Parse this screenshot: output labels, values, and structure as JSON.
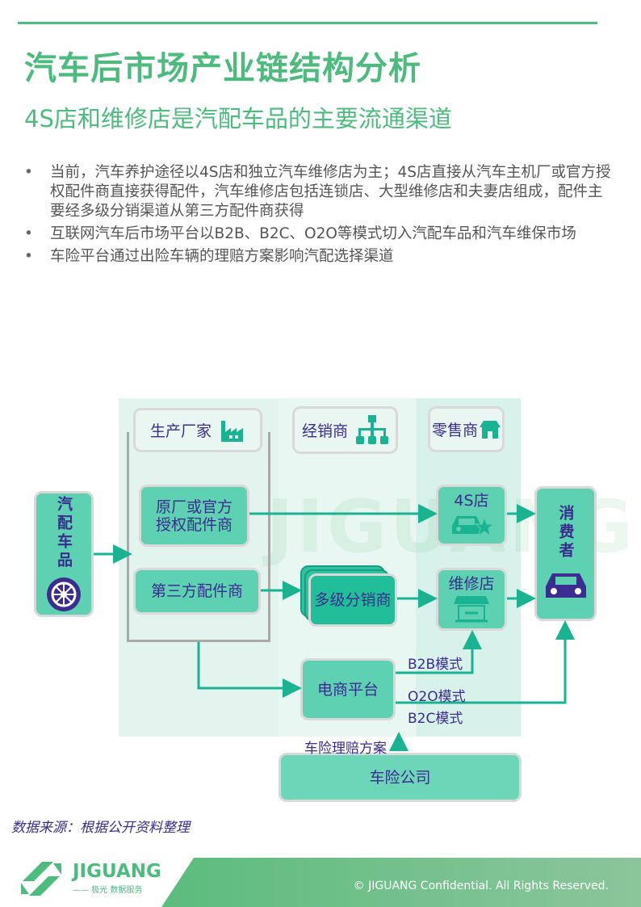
{
  "title": "汽车后市场产业链结构分析",
  "subtitle": "4S店和维修店是汽配车品的主要流通渠道",
  "bullets": [
    "当前，汽车养护途径以4S店和独立汽车维修店为主；4S店直接从汽车主机厂或官方授权配件商直接获得配件，汽车维修店包括连锁店、大型维修店和夫妻店组成，配件主要经多级分销渠道从第三方配件商获得",
    "互联网汽车后市场平台以B2B、B2C、O2O等模式切入汽配车品和汽车维保市场",
    "车险平台通过出险车辆的理赔方案影响汽配选择渠道"
  ],
  "diagram": {
    "headers": {
      "manufacturer": "生产厂家",
      "distributor": "经销商",
      "retailer": "零售商"
    },
    "source_box": "汽配车品",
    "oem": "原厂或官方授权配件商",
    "third_party": "第三方配件商",
    "multi_distributor": "多级分销商",
    "shop_4s": "4S店",
    "repair_shop": "维修店",
    "consumer": "消费者",
    "ecommerce": "电商平台",
    "b2b": "B2B模式",
    "o2o": "O2O模式",
    "b2c": "B2C模式",
    "insurance_plan": "车险理赔方案",
    "insurer": "车险公司",
    "watermark": "JIGUANG"
  },
  "source_note": "数据来源：根据公开资料整理",
  "footer": {
    "logo": "JIGUANG",
    "logo_sub": "—— 极光 数据服务",
    "copyright": "© JIGUANG  Confidential. All Rights Reserved."
  },
  "colors": {
    "brand": "#4cbb7d",
    "box": "#5dd1b1",
    "arrow": "#19b392",
    "text": "#3b2d8f"
  }
}
